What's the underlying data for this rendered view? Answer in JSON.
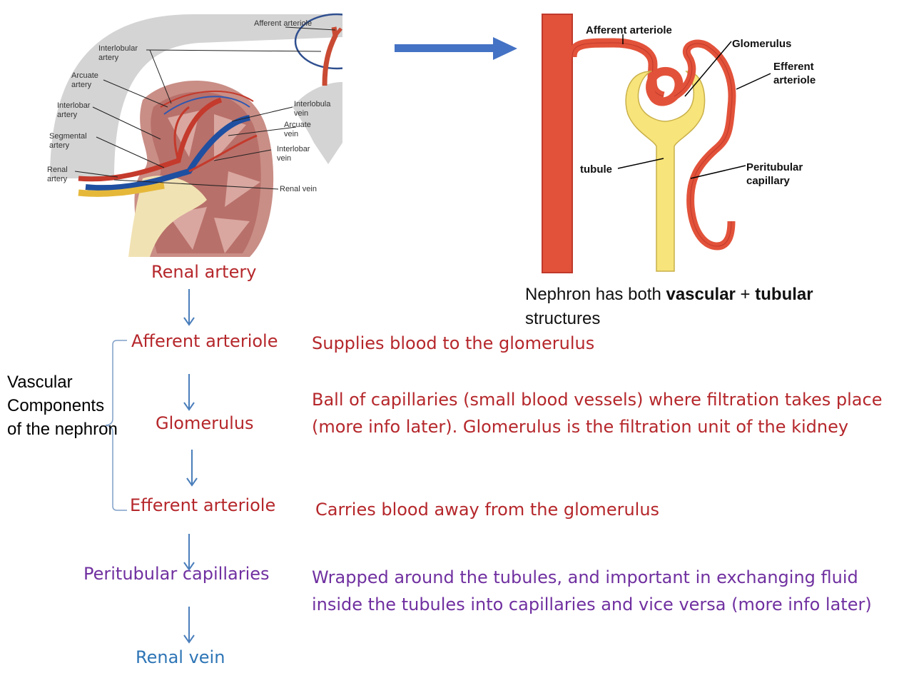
{
  "kidney_figure": {
    "labels": {
      "afferent_arteriole": "Afferent arteriole",
      "interlobular_artery": "Interlobular artery",
      "arcuate_artery": "Arcuate artery",
      "interlobar_artery": "Interlobar artery",
      "segmental_artery": "Segmental artery",
      "renal_artery": "Renal artery",
      "interlobular_vein": "Interlobula vein",
      "arcuate_vein": "Arcuate vein",
      "interlobar_vein": "Interlobar vein",
      "renal_vein": "Renal vein"
    }
  },
  "nephron_figure": {
    "labels": {
      "afferent_arteriole": "Afferent arteriole",
      "glomerulus": "Glomerulus",
      "efferent_arteriole": "Efferent arteriole",
      "tubule": "tubule",
      "peritubular_capillary": "Peritubular capillary"
    },
    "caption_prefix": "Nephron has both ",
    "caption_bold_1": "vascular",
    "caption_plus": " + ",
    "caption_bold_2": "tubular",
    "caption_suffix": "structures"
  },
  "flow": {
    "renal_artery": "Renal artery",
    "afferent_arteriole": "Afferent arteriole",
    "glomerulus": "Glomerulus",
    "efferent_arteriole": "Efferent arteriole",
    "peritubular_capillaries": "Peritubular capillaries",
    "renal_vein": "Renal vein"
  },
  "bracket_label": "Vascular Components of the nephron",
  "descriptions": {
    "afferent": "Supplies blood to the glomerulus",
    "glomerulus": "Ball of capillaries (small blood vessels) where filtration  takes place (more info later). Glomerulus is the filtration unit of the kidney",
    "efferent": "Carries blood away from the glomerulus",
    "peritubular": "Wrapped around the tubules, and important in exchanging fluid inside the tubules into capillaries and vice versa (more info later)"
  },
  "colors": {
    "red_text": "#b5272b",
    "purple_text": "#7030a0",
    "blue_text": "#2e75b6",
    "arrow": "#4a7ebb",
    "vessel_red": "#e2523a",
    "tubule_yellow": "#f7e47a"
  }
}
